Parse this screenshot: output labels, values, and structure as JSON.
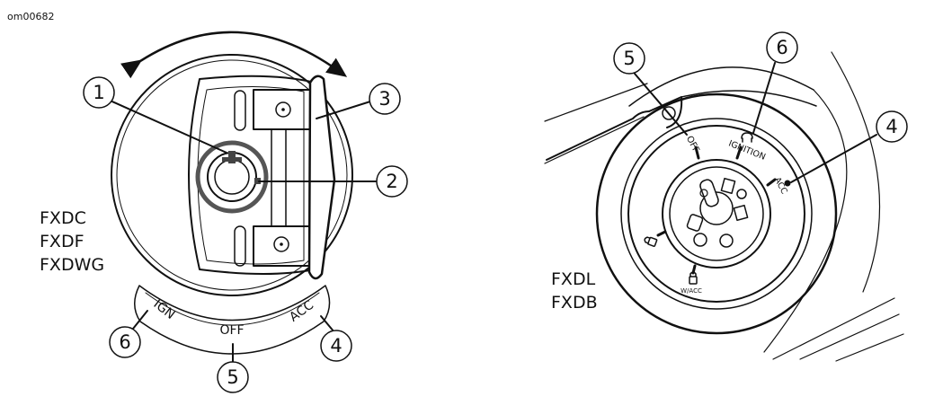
{
  "figure_ref": "om00682",
  "left_diagram": {
    "models": [
      "FXDC",
      "FXDF",
      "FXDWG"
    ],
    "callouts": [
      "1",
      "2",
      "3",
      "6",
      "5",
      "4"
    ],
    "positions": {
      "ign": "IGN",
      "off": "OFF",
      "acc": "ACC"
    }
  },
  "right_diagram": {
    "models": [
      "FXDL",
      "FXDB"
    ],
    "callouts": [
      "5",
      "6",
      "4"
    ],
    "positions": {
      "off": "OFF",
      "ignition": "IGNITION",
      "acc": "ACC",
      "wacc": "W/ACC"
    }
  }
}
